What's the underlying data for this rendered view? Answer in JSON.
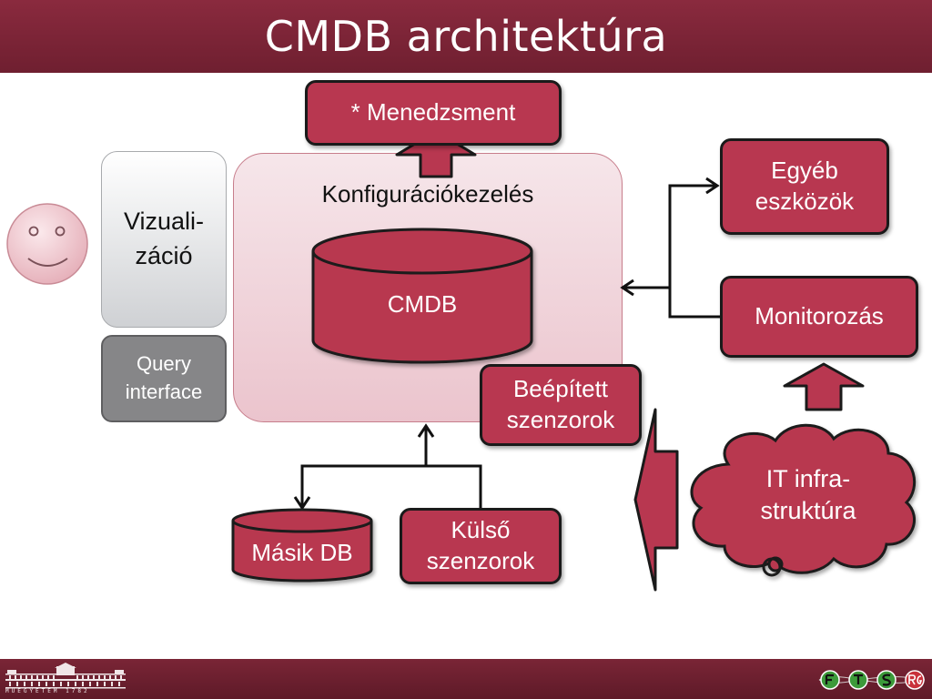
{
  "title": "CMDB architektúra",
  "nodes": {
    "menedzsment": "* Menedzsment",
    "konfiguraciokezeles": "Konfigurációkezelés",
    "cmdb": "CMDB",
    "vizualizacio": [
      "Vizuali-",
      "záció"
    ],
    "query_interface": [
      "Query",
      "interface"
    ],
    "egyeb_eszkozok": [
      "Egyéb",
      "eszközök"
    ],
    "monitorozas": "Monitorozás",
    "beepitett_szenzorok": [
      "Beépített",
      "szenzorok"
    ],
    "masik_db": "Másik DB",
    "kulso_szenzorok": [
      "Külső",
      "szenzorok"
    ],
    "it_infrastruktura": [
      "IT infra-",
      "struktúra"
    ]
  },
  "footer": {
    "university_text": "MŰEGYETEM 1782"
  },
  "colors": {
    "header_bg": "#7a2536",
    "box_fill": "#b83750",
    "panel_fill": "#f2dbe0",
    "gray_fill": "#868688"
  },
  "icons": [
    "smiley-icon",
    "university-building-icon",
    "ftsrg-logo-icon"
  ]
}
